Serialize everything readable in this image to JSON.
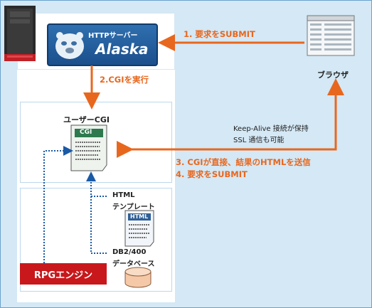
{
  "server": {
    "product_line1": "HTTPサーバー",
    "product_line2": "Alaska"
  },
  "browser": {
    "label": "ブラウザ"
  },
  "cgi": {
    "title": "ユーザーCGI",
    "doc_label": "CGI"
  },
  "html_template": {
    "line1": "HTML",
    "line2": "テンプレート",
    "doc_label": "HTML"
  },
  "db": {
    "line1": "DB2/400",
    "line2": "データベース"
  },
  "rpg": {
    "label": "RPGエンジン"
  },
  "arrows": {
    "submit1": "1. 要求をSUBMIT",
    "cgi_exec": "2.CGIを実行",
    "cgi_send": "3. CGIが直接、結果のHTMLを送信",
    "submit4": "4. 要求をSUBMIT"
  },
  "notes": {
    "keepalive": "Keep-Alive 接続が保持",
    "ssl": "SSL 通信も可能"
  },
  "colors": {
    "background": "#d4e8f5",
    "orange_arrow": "#e8671e",
    "dotted_arrow": "#1a5aa6",
    "rpg_fill": "#c8181c"
  }
}
